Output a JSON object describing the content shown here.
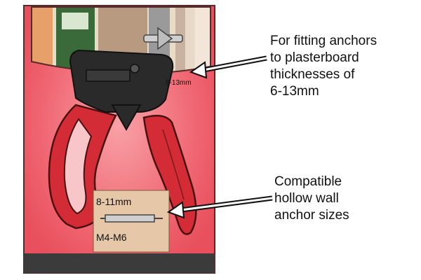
{
  "annotations": {
    "thickness_callout": "For fitting anchors\nto plasterboard\nthicknesses of\n6-13mm",
    "sizes_callout": "Compatible\nhollow wall\nanchor sizes"
  },
  "package": {
    "thickness_label": "6-13mm",
    "length_label": "8-11mm",
    "size_label": "M4-M6"
  },
  "colors": {
    "card_red": "#ef6470",
    "card_dark": "#3b3b3b",
    "handle_red": "#d42c36",
    "tool_black": "#2a2a2a",
    "label_tan": "#e6c8a8"
  }
}
